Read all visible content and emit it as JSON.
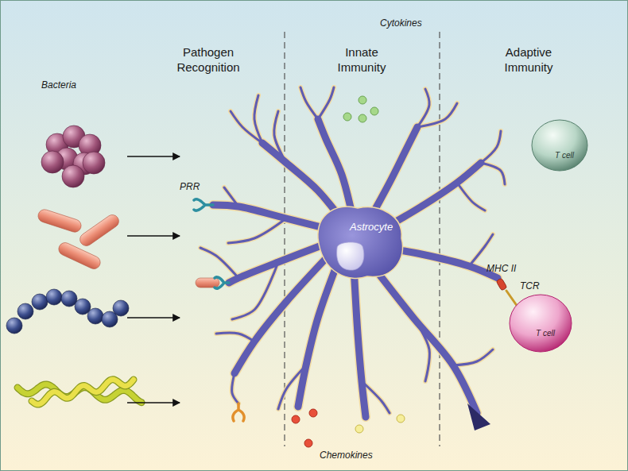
{
  "diagram": {
    "nodes": [
      {
        "text": [
          "Astrocyte"
        ]
      },
      {
        "text": [
          "T cell"
        ]
      },
      {
        "text": [
          "T cell"
        ]
      }
    ],
    "labels": [
      "Pathogen Recognition",
      "Innate Immunity",
      "Adaptive Immunity",
      "Bacteria",
      "Cytokines",
      "PRR",
      "MHC II",
      "TCR",
      "Chemokines"
    ]
  }
}
